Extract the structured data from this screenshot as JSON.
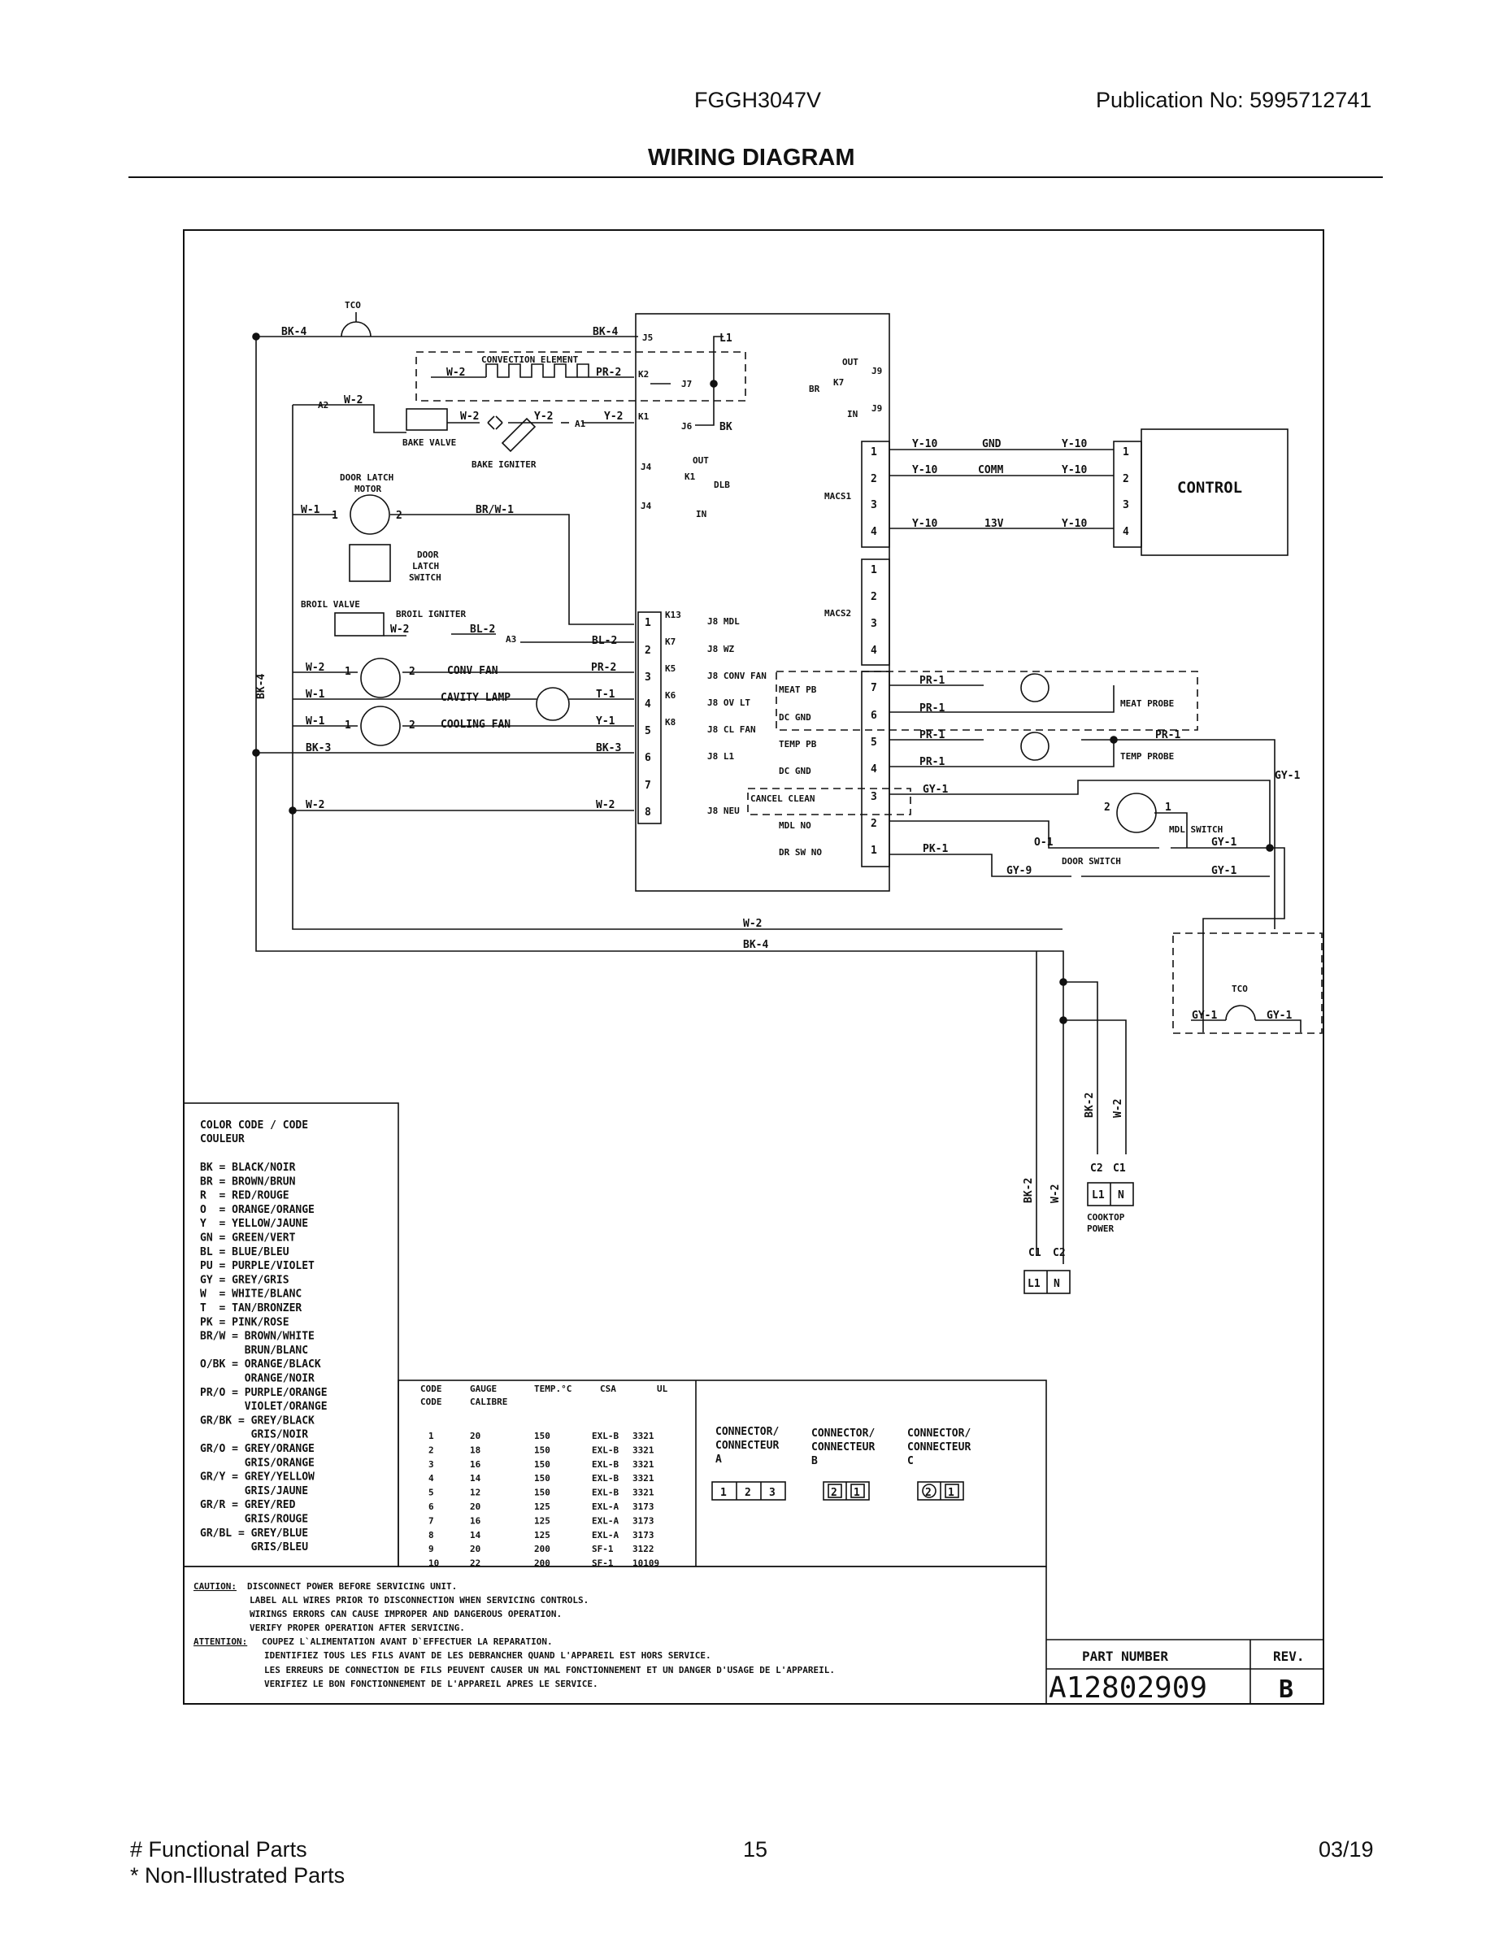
{
  "header": {
    "model": "FGGH3047V",
    "publication": "Publication No:  5995712741",
    "title": "WIRING DIAGRAM"
  },
  "diagram": {
    "switch_labels": {
      "tco_top": "TCO",
      "tco_side": "TCO",
      "bake_valve": "BAKE VALVE",
      "bake_igniter": "BAKE IGNITER",
      "door_latch_motor": [
        "DOOR LATCH",
        "MOTOR"
      ],
      "door_latch_switch": [
        "DOOR",
        "LATCH",
        "SWITCH"
      ],
      "broil_valve": "BROIL VALVE",
      "broil_igniter": "BROIL IGNITER",
      "convection_element": "CONVECTION ELEMENT",
      "conv_fan": "CONV FAN",
      "cavity_lamp": "CAVITY LAMP",
      "cooling_fan": "COOLING FAN",
      "control": "CONTROL",
      "meat_probe": "MEAT PROBE",
      "temp_probe": "TEMP PROBE",
      "mdl_switch": "MDL SWITCH",
      "door_switch": "DOOR SWITCH",
      "dlb": "DLB",
      "out1": "OUT",
      "out2": "OUT",
      "in1": "IN",
      "in2": "IN",
      "br": "BR",
      "macs1": "MACS1",
      "macs2": "MACS2",
      "cooktop_power": [
        "COOKTOP",
        "POWER"
      ]
    },
    "wire_labels": [
      "BK-4",
      "BK-4",
      "W-2",
      "PR-2",
      "W-2",
      "Y-2",
      "Y-2",
      "BK",
      "L1",
      "W-2",
      "W-1",
      "BR/W-1",
      "W-2",
      "BL-2",
      "BL-2",
      "W-2",
      "PR-2",
      "W-1",
      "T-1",
      "W-1",
      "Y-1",
      "BK-3",
      "BK-3",
      "W-2",
      "W-2",
      "W-2",
      "BK-4",
      "BK-4",
      "Y-10",
      "GND",
      "Y-10",
      "Y-10",
      "COMM",
      "Y-10",
      "Y-10",
      "13V",
      "Y-10",
      "PR-1",
      "PR-1",
      "PR-1",
      "PR-1",
      "PR-1",
      "GY-1",
      "GY-1",
      "O-1",
      "GY-1",
      "PK-1",
      "GY-9",
      "GY-1",
      "GY-1",
      "GY-1",
      "BK-2",
      "W-2",
      "BK-2",
      "W-2"
    ],
    "terminals": {
      "A2": "A2",
      "A1": "A1",
      "A3": "A3",
      "J5": "J5",
      "J7": "J7",
      "J6": "J6",
      "J4a": "J4",
      "J4b": "J4",
      "J9a": "J9",
      "J9b": "J9",
      "J8_labels": [
        "J8 MDL",
        "J8 WZ",
        "J8 CONV FAN",
        "J8 OV LT",
        "J8 CL FAN",
        "J8 L1",
        "J8 NEU"
      ],
      "relays": [
        "K2",
        "K1",
        "K1",
        "K13",
        "K7",
        "K5",
        "K6",
        "K8",
        "K7"
      ],
      "j2_labels": [
        "MEAT PB",
        "DC GND",
        "TEMP PB",
        "DC GND",
        "CANCEL CLEAN",
        "MDL NO",
        "DR SW NO"
      ]
    },
    "pins_left": [
      "1",
      "2",
      "3",
      "4",
      "5",
      "6",
      "7",
      "8"
    ],
    "pins_macs": [
      "1",
      "2",
      "3",
      "4",
      "1",
      "2",
      "3",
      "4"
    ],
    "pins_control": [
      "1",
      "2",
      "3",
      "4"
    ],
    "pins_j2": [
      "7",
      "6",
      "5",
      "4",
      "3",
      "2",
      "1"
    ],
    "motor_pins": [
      "1",
      "2",
      "1",
      "2",
      "1",
      "2",
      "2",
      "1"
    ],
    "cooktop_pins": {
      "c2": "C2",
      "c1": "C1",
      "l1": "L1",
      "n": "N"
    },
    "main_pins": {
      "c1": "C1",
      "c2": "C2",
      "l1": "L1",
      "n": "N"
    }
  },
  "color_code": {
    "title": [
      "COLOR CODE / CODE",
      "COULEUR"
    ],
    "entries": [
      "BK = BLACK/NOIR",
      "BR = BROWN/BRUN",
      "R  = RED/ROUGE",
      "O  = ORANGE/ORANGE",
      "Y  = YELLOW/JAUNE",
      "GN = GREEN/VERT",
      "BL = BLUE/BLEU",
      "PU = PURPLE/VIOLET",
      "GY = GREY/GRIS",
      "W  = WHITE/BLANC",
      "T  = TAN/BRONZER",
      "PK = PINK/ROSE",
      "BR/W = BROWN/WHITE",
      "       BRUN/BLANC",
      "O/BK = ORANGE/BLACK",
      "       ORANGE/NOIR",
      "PR/O = PURPLE/ORANGE",
      "       VIOLET/ORANGE",
      "GR/BK = GREY/BLACK",
      "        GRIS/NOIR",
      "GR/O = GREY/ORANGE",
      "       GRIS/ORANGE",
      "GR/Y = GREY/YELLOW",
      "       GRIS/JAUNE",
      "GR/R = GREY/RED",
      "       GRIS/ROUGE",
      "GR/BL = GREY/BLUE",
      "        GRIS/BLEU"
    ]
  },
  "gauge_table": {
    "headers": [
      "CODE",
      "GAUGE",
      "TEMP.°C",
      "CSA",
      "UL"
    ],
    "headers2": [
      "CODE",
      "CALIBRE"
    ],
    "rows": [
      [
        "1",
        "20",
        "150",
        "EXL-B",
        "3321"
      ],
      [
        "2",
        "18",
        "150",
        "EXL-B",
        "3321"
      ],
      [
        "3",
        "16",
        "150",
        "EXL-B",
        "3321"
      ],
      [
        "4",
        "14",
        "150",
        "EXL-B",
        "3321"
      ],
      [
        "5",
        "12",
        "150",
        "EXL-B",
        "3321"
      ],
      [
        "6",
        "20",
        "125",
        "EXL-A",
        "3173"
      ],
      [
        "7",
        "16",
        "125",
        "EXL-A",
        "3173"
      ],
      [
        "8",
        "14",
        "125",
        "EXL-A",
        "3173"
      ],
      [
        "9",
        "20",
        "200",
        "SF-1",
        "3122"
      ],
      [
        "10",
        "22",
        "200",
        "SF-1",
        "10109"
      ]
    ]
  },
  "connectors": [
    {
      "title": [
        "CONNECTOR/",
        "CONNECTEUR",
        "A"
      ],
      "pins": [
        "1",
        "2",
        "3"
      ]
    },
    {
      "title": [
        "CONNECTOR/",
        "CONNECTEUR",
        "B"
      ],
      "pins": [
        "2",
        "1"
      ]
    },
    {
      "title": [
        "CONNECTOR/",
        "CONNECTEUR",
        "C"
      ],
      "pins": [
        "2",
        "1"
      ]
    }
  ],
  "caution": {
    "caution_label": "CAUTION:",
    "caution_lines": [
      "DISCONNECT POWER BEFORE SERVICING UNIT.",
      "LABEL ALL WIRES PRIOR TO DISCONNECTION WHEN SERVICING CONTROLS.",
      "WIRINGS ERRORS CAN CAUSE IMPROPER AND DANGEROUS OPERATION.",
      "VERIFY PROPER OPERATION AFTER SERVICING."
    ],
    "attention_label": "ATTENTION:",
    "attention_lines": [
      "COUPEZ L`ALIMENTATION AVANT D`EFFECTUER LA REPARATION.",
      "IDENTIFIEZ TOUS LES FILS AVANT DE LES DEBRANCHER QUAND L'APPAREIL EST HORS SERVICE.",
      "LES ERREURS DE CONNECTION DE FILS PEUVENT CAUSER UN MAL FONCTIONNEMENT ET UN DANGER D'USAGE DE L'APPAREIL.",
      "VERIFIEZ LE BON FONCTIONNEMENT DE L'APPAREIL APRES LE SERVICE."
    ]
  },
  "part_number": {
    "label": "PART NUMBER",
    "value": "A12802909",
    "rev_label": "REV.",
    "rev_value": "B"
  },
  "footer": {
    "left1": "# Functional Parts",
    "left2": "* Non-Illustrated Parts",
    "page": "15",
    "date": "03/19"
  }
}
